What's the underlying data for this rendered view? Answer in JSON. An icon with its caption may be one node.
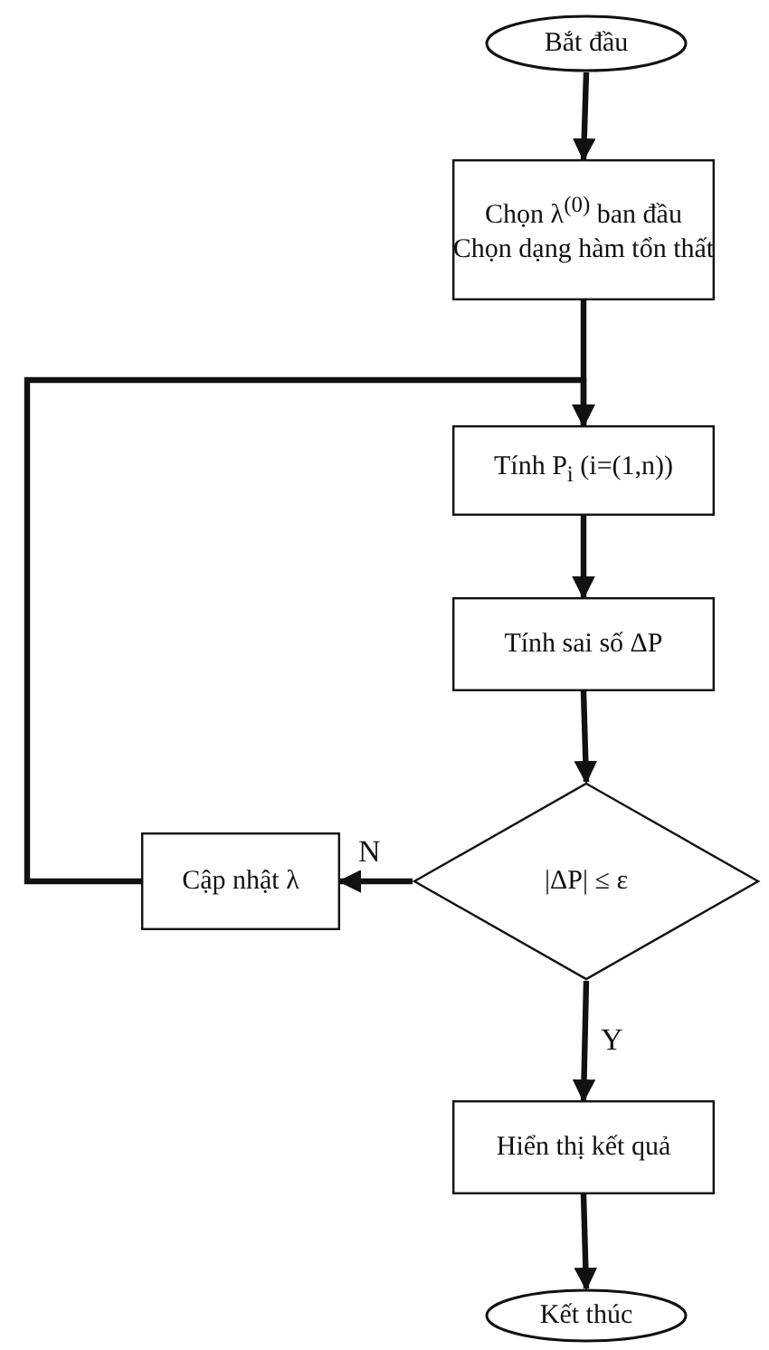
{
  "diagram": {
    "nodes": [
      {
        "text": [
          "Bắt đầu"
        ]
      },
      {
        "text": [
          "Chọn λ$^{(0)}$ ban đầu",
          "Chọn dạng hàm tổn thất"
        ]
      },
      {
        "text": [
          "Tính P$_{i}$ (i=(1,n))"
        ]
      },
      {
        "text": [
          "Tính sai số ΔP"
        ]
      },
      {
        "text": [
          "|ΔP| ≤ ε"
        ]
      },
      {
        "text": [
          "Cập nhật λ"
        ]
      },
      {
        "text": [
          "Hiển thị kết quả"
        ]
      },
      {
        "text": [
          "Kết thúc"
        ]
      }
    ],
    "edges": [
      {
        "from": 0,
        "to": 1,
        "arrow": "to"
      },
      {
        "from": 1,
        "to": 2,
        "arrow": "to"
      },
      {
        "from": 2,
        "to": 3,
        "arrow": "to"
      },
      {
        "from": 3,
        "to": 4,
        "arrow": "to"
      },
      {
        "from": 4,
        "to": 5,
        "arrow": "to",
        "label": "N"
      },
      {
        "from": 5,
        "to": 2,
        "arrow": "to"
      },
      {
        "from": 4,
        "to": 6,
        "arrow": "to",
        "label": "Y"
      },
      {
        "from": 6,
        "to": 7,
        "arrow": "to"
      }
    ]
  }
}
